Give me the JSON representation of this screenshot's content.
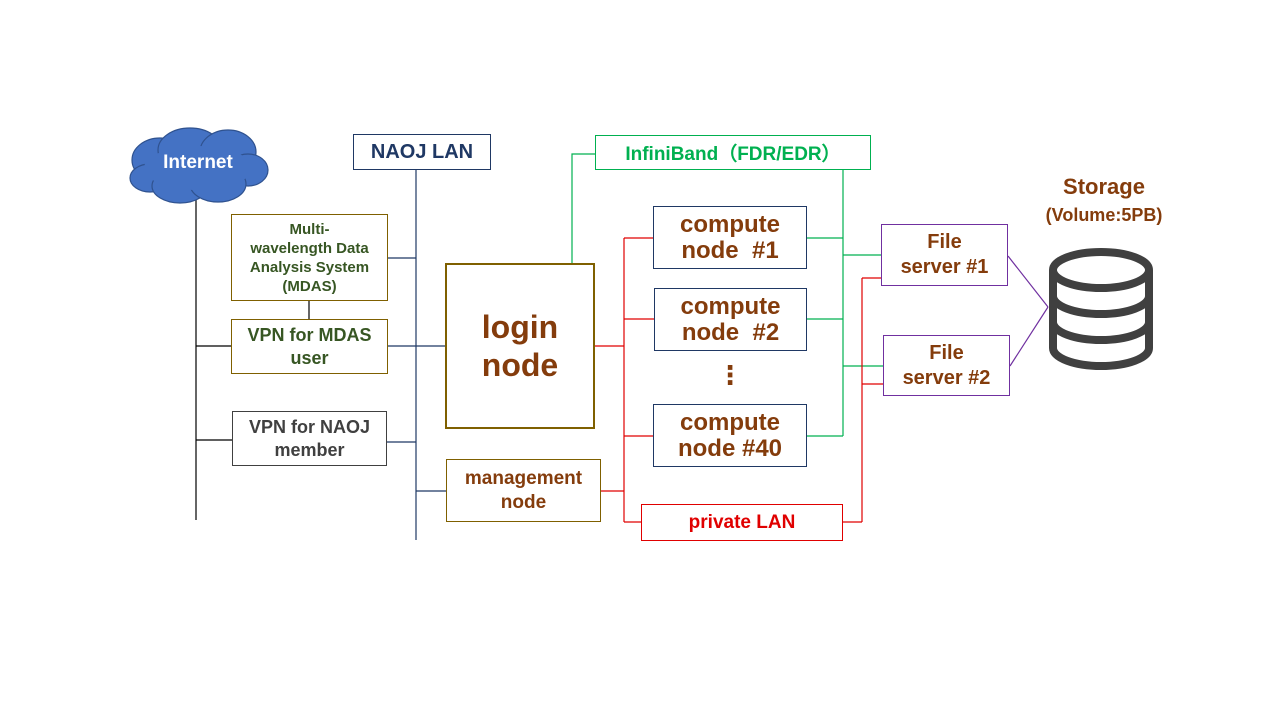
{
  "internet": {
    "label": "Internet"
  },
  "naoj_lan": {
    "label": "NAOJ LAN"
  },
  "infiniband": {
    "label": "InfiniBand（FDR/EDR）"
  },
  "storage": {
    "title": "Storage",
    "volume": "(Volume:5PB)"
  },
  "mdas": {
    "lines": [
      "Multi-",
      "wavelength Data",
      "Analysis System",
      "(MDAS)"
    ]
  },
  "vpn_mdas": {
    "lines": [
      "VPN for MDAS",
      "user"
    ]
  },
  "vpn_naoj": {
    "lines": [
      "VPN for NAOJ",
      "member"
    ]
  },
  "login_node": {
    "lines": [
      "login",
      "node"
    ]
  },
  "management_node": {
    "lines": [
      "management",
      "node"
    ]
  },
  "compute_nodes": [
    {
      "lines": [
        "compute",
        "node  #1"
      ]
    },
    {
      "lines": [
        "compute",
        "node  #2"
      ]
    },
    {
      "lines": [
        "compute",
        "node #40"
      ]
    }
  ],
  "ellipsis": "⋮",
  "private_lan": {
    "label": "private LAN"
  },
  "file_servers": [
    {
      "lines": [
        "File",
        "server #1"
      ]
    },
    {
      "lines": [
        "File",
        "server #2"
      ]
    }
  ],
  "colors": {
    "internet_cloud": "#4472c4",
    "naoj_lan": "#1f3864",
    "infiniband": "#00b050",
    "private_lan": "#e00000",
    "node_text": "#843c0c",
    "mdas_text": "#375623",
    "file_server_border": "#7030a0",
    "storage_icon": "#404040"
  }
}
